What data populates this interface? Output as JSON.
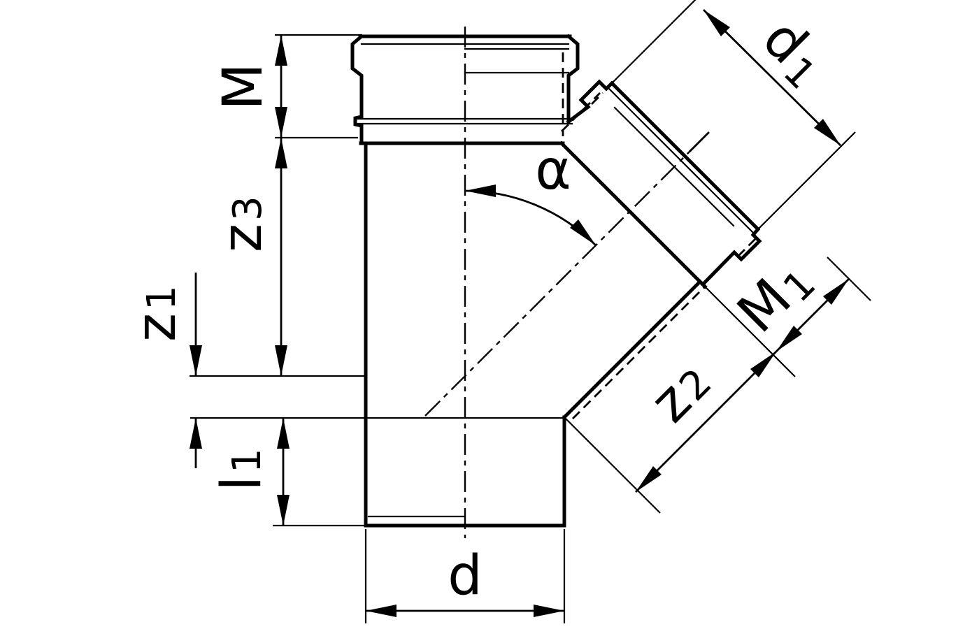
{
  "figure": {
    "kind": "technical line drawing",
    "colors": {
      "line": "#000000",
      "background": "#ffffff"
    }
  },
  "labels": {
    "m": {
      "base": "M"
    },
    "z3": {
      "base": "z",
      "sub": "3"
    },
    "z1": {
      "base": "z",
      "sub": "1"
    },
    "l1": {
      "base": "l",
      "sub": "1"
    },
    "d": {
      "base": "d"
    },
    "d1": {
      "base": "d",
      "sub": "1"
    },
    "z2": {
      "base": "z",
      "sub": "2"
    },
    "m1": {
      "base": "M",
      "sub": "1"
    },
    "alpha": {
      "base": "α"
    }
  }
}
